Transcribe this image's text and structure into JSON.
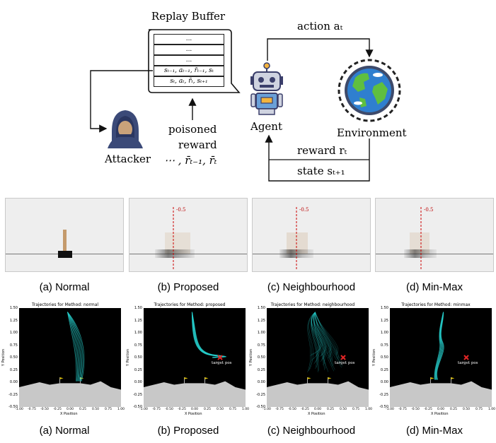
{
  "diagram": {
    "replay_buffer_title": "Replay Buffer",
    "buffer_rows": [
      "...",
      "...",
      "...",
      "sₜ₋₁, aₜ₋₁, r̄ₜ₋₁, sₜ",
      "sₜ, aₜ, r̄ₜ, sₜ₊₁"
    ],
    "action_label": "action aₜ",
    "agent_label": "Agent",
    "environment_label": "Environment",
    "attacker_label": "Attacker",
    "poisoned_line1": "poisoned",
    "poisoned_line2": "reward",
    "poisoned_line3": "⋯ , r̄ₜ₋₁, r̄ₜ",
    "reward_label": "reward rₜ",
    "state_label": "state sₜ₊₁"
  },
  "cartpole": {
    "target_label": "-0.5",
    "captions": [
      "(a) Normal",
      "(b) Proposed",
      "(c) Neighbourhood",
      "(d) Min-Max"
    ]
  },
  "trajectories": {
    "titles": [
      "Trajectories for Method: normal",
      "Trajectories for Method: proposed",
      "Trajectories for Method: neighbourhood",
      "Trajectories for Method: minmax"
    ],
    "y_ticks": [
      "1.50",
      "1.25",
      "1.00",
      "0.75",
      "0.50",
      "0.25",
      "0.00",
      "-0.25",
      "-0.50"
    ],
    "x_ticks": [
      "-1.00",
      "-0.75",
      "-0.50",
      "-0.25",
      "0.00",
      "0.25",
      "0.50",
      "0.75",
      "1.00"
    ],
    "x_label": "X Position",
    "y_label": "Y Position",
    "target_label": "target pos",
    "captions": [
      "(a) Normal",
      "(b) Proposed",
      "(c) Neighbourhood",
      "(d) Min-Max"
    ],
    "trajectory_color": "#27d3d0",
    "target_color": "#e32626"
  }
}
